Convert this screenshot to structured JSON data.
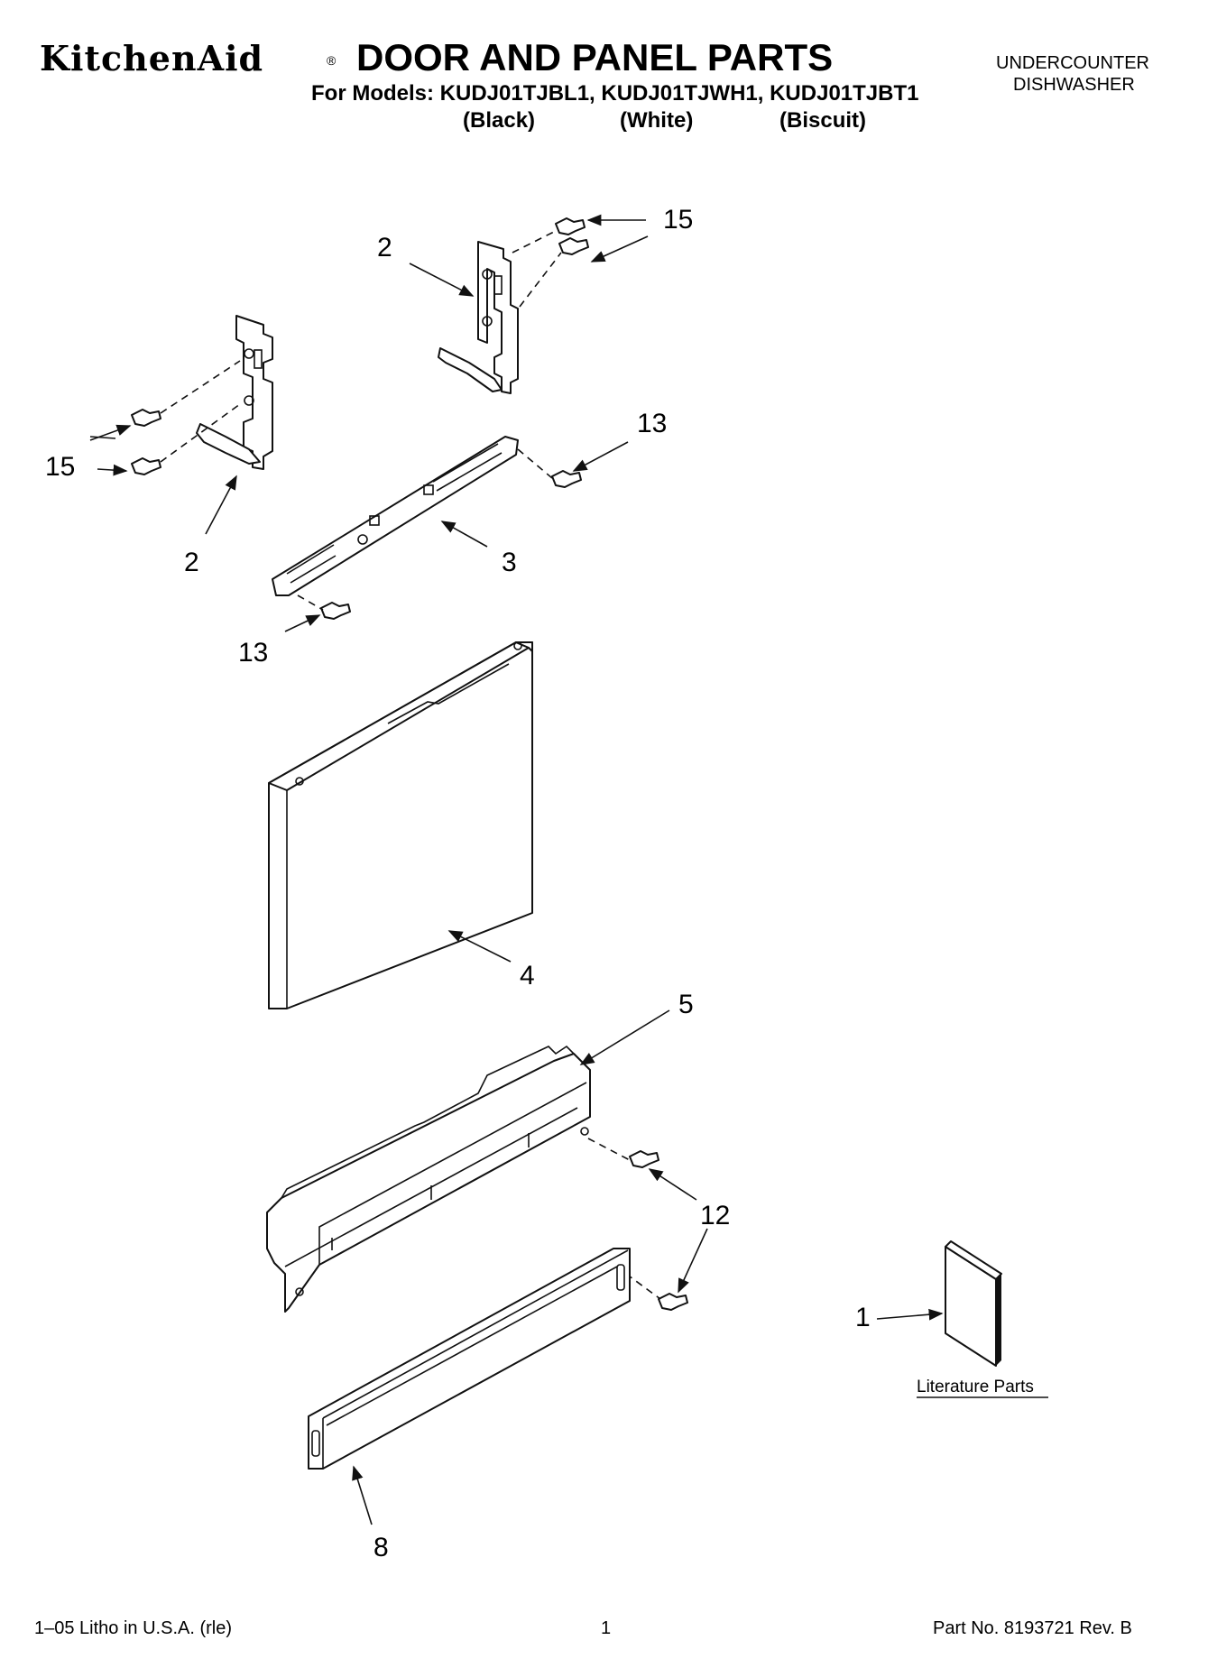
{
  "header": {
    "brand": "KitchenAid",
    "brand_mark": "®",
    "title": "DOOR AND PANEL PARTS",
    "models": "For Models: KUDJ01TJBL1, KUDJ01TJWH1, KUDJ01TJBT1",
    "variants": [
      "(Black)",
      "(White)",
      "(Biscuit)"
    ],
    "category_line1": "UNDERCOUNTER",
    "category_line2": "DISHWASHER"
  },
  "callouts": {
    "screw_top_right": "15",
    "bracket_top_right": "2",
    "screw_left": "15",
    "bracket_left": "2",
    "screw_right_rail": "13",
    "rail": "3",
    "screw_left_rail": "13",
    "door_panel": "4",
    "toe_panel_upper": "5",
    "screw_toe": "12",
    "toe_panel_lower": "8",
    "literature": "1"
  },
  "literature_caption": "Literature Parts",
  "footer": {
    "left": "1–05 Litho in U.S.A. (rle)",
    "center": "1",
    "right": "Part No. 8193721 Rev. B"
  }
}
